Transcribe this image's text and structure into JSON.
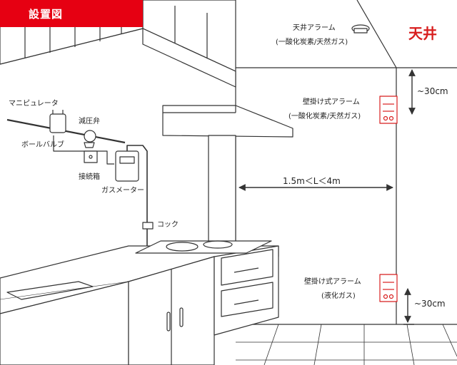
{
  "header": {
    "title": "設置図"
  },
  "ceiling": {
    "label": "天井"
  },
  "ceiling_alarm": {
    "name": "天井アラーム",
    "gas": "(一酸化炭素/天然ガス)"
  },
  "wall_alarm_upper": {
    "name": "壁掛け式アラーム",
    "gas": "(一酸化炭素/天然ガス)"
  },
  "wall_alarm_lower": {
    "name": "壁掛け式アラーム",
    "gas": "(液化ガス)"
  },
  "distance": {
    "label": "1.5m＜L＜4m"
  },
  "dim_top": {
    "label": "~30cm"
  },
  "dim_bottom": {
    "label": "~30cm"
  },
  "piping": {
    "manipulator": "マニピュレータ",
    "reducer_valve": "減圧弁",
    "ball_valve": "ボールバルブ",
    "junction_box": "接続箱",
    "gas_meter": "ガスメーター",
    "cock": "コック"
  },
  "colors": {
    "accent": "#e60012",
    "line": "#333333",
    "alarm": "#d81e1e"
  }
}
